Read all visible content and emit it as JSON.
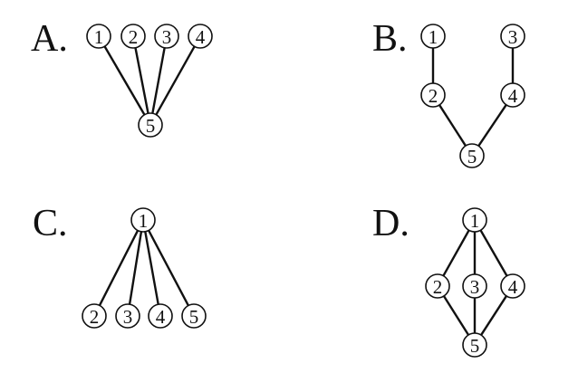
{
  "options": [
    {
      "letter": "A.",
      "nodes": [
        {
          "id": "1",
          "label": "1"
        },
        {
          "id": "2",
          "label": "2"
        },
        {
          "id": "3",
          "label": "3"
        },
        {
          "id": "4",
          "label": "4"
        },
        {
          "id": "5",
          "label": "5"
        }
      ],
      "edges": [
        [
          "1",
          "5"
        ],
        [
          "2",
          "5"
        ],
        [
          "3",
          "5"
        ],
        [
          "4",
          "5"
        ]
      ]
    },
    {
      "letter": "B.",
      "nodes": [
        {
          "id": "1",
          "label": "1"
        },
        {
          "id": "3",
          "label": "3"
        },
        {
          "id": "2",
          "label": "2"
        },
        {
          "id": "4",
          "label": "4"
        },
        {
          "id": "5",
          "label": "5"
        }
      ],
      "edges": [
        [
          "1",
          "2"
        ],
        [
          "3",
          "4"
        ],
        [
          "2",
          "5"
        ],
        [
          "4",
          "5"
        ]
      ]
    },
    {
      "letter": "C.",
      "nodes": [
        {
          "id": "1",
          "label": "1"
        },
        {
          "id": "2",
          "label": "2"
        },
        {
          "id": "3",
          "label": "3"
        },
        {
          "id": "4",
          "label": "4"
        },
        {
          "id": "5",
          "label": "5"
        }
      ],
      "edges": [
        [
          "1",
          "2"
        ],
        [
          "1",
          "3"
        ],
        [
          "1",
          "4"
        ],
        [
          "1",
          "5"
        ]
      ]
    },
    {
      "letter": "D.",
      "nodes": [
        {
          "id": "1",
          "label": "1"
        },
        {
          "id": "2",
          "label": "2"
        },
        {
          "id": "3",
          "label": "3"
        },
        {
          "id": "4",
          "label": "4"
        },
        {
          "id": "5",
          "label": "5"
        }
      ],
      "edges": [
        [
          "1",
          "2"
        ],
        [
          "1",
          "3"
        ],
        [
          "1",
          "4"
        ],
        [
          "2",
          "5"
        ],
        [
          "3",
          "5"
        ],
        [
          "4",
          "5"
        ]
      ]
    }
  ]
}
